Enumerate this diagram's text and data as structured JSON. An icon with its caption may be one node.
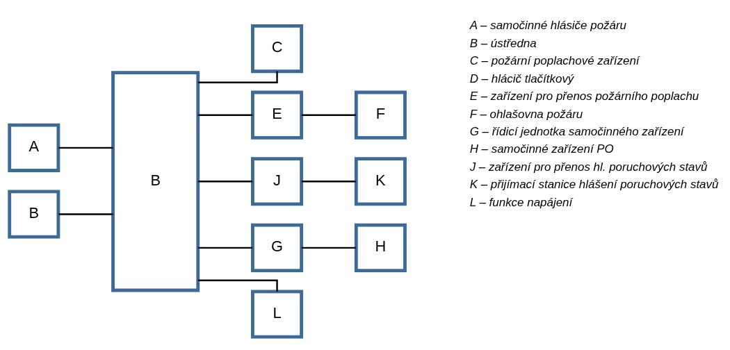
{
  "diagram": {
    "nodes": [
      {
        "text": [
          "A"
        ]
      },
      {
        "text": [
          "B"
        ]
      },
      {
        "text": [
          "B"
        ]
      },
      {
        "text": [
          "C"
        ]
      },
      {
        "text": [
          "E"
        ]
      },
      {
        "text": [
          "F"
        ]
      },
      {
        "text": [
          "J"
        ]
      },
      {
        "text": [
          "K"
        ]
      },
      {
        "text": [
          "G"
        ]
      },
      {
        "text": [
          "H"
        ]
      },
      {
        "text": [
          "L"
        ]
      }
    ],
    "edges": [
      {
        "from": 0,
        "to": 2,
        "arrow": "none"
      },
      {
        "from": 1,
        "to": 2,
        "arrow": "none"
      },
      {
        "from": 2,
        "to": 3,
        "arrow": "none"
      },
      {
        "from": 2,
        "to": 4,
        "arrow": "none"
      },
      {
        "from": 4,
        "to": 5,
        "arrow": "none"
      },
      {
        "from": 2,
        "to": 6,
        "arrow": "none"
      },
      {
        "from": 6,
        "to": 7,
        "arrow": "none"
      },
      {
        "from": 2,
        "to": 8,
        "arrow": "none"
      },
      {
        "from": 8,
        "to": 9,
        "arrow": "none"
      },
      {
        "from": 2,
        "to": 10,
        "arrow": "none"
      }
    ],
    "labels": [
      "A – samočinné hlásiče požáru",
      "B – ústředna",
      "C – požární poplachové zařízení",
      "D – hlácič tlačítkový",
      "E – zařízení pro přenos požárního poplachu",
      "F – ohlašovna požáru",
      "G – řídicí jednotka samočinného zařízení",
      "H – samočinné zařízení PO",
      "J – zařízení pro přenos hl. poruchových stavů",
      "K – přijímací stanice hlášení poruchových stavů",
      "L – funkce napájení"
    ]
  }
}
